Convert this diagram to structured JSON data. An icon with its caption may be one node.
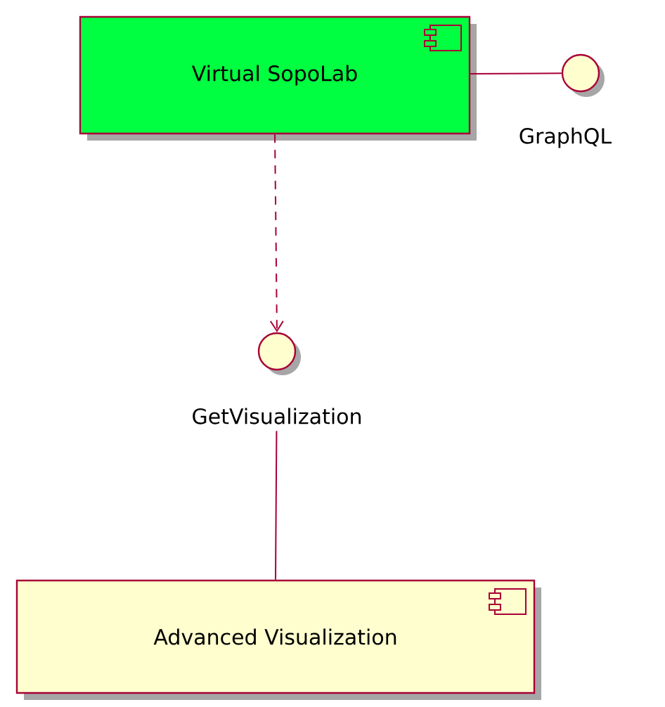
{
  "diagram": {
    "nodes": [
      {
        "text": [
          "Virtual SopoLab"
        ]
      },
      {
        "text": [
          "GraphQL"
        ]
      },
      {
        "text": [
          "GetVisualization"
        ]
      },
      {
        "text": [
          "Advanced Visualization"
        ]
      }
    ],
    "edges": [
      {
        "from": 0,
        "to": 1,
        "arrow": "none"
      },
      {
        "from": 0,
        "to": 2,
        "arrow": "to",
        "style": "dashed"
      },
      {
        "from": 2,
        "to": 3,
        "arrow": "none"
      }
    ]
  }
}
